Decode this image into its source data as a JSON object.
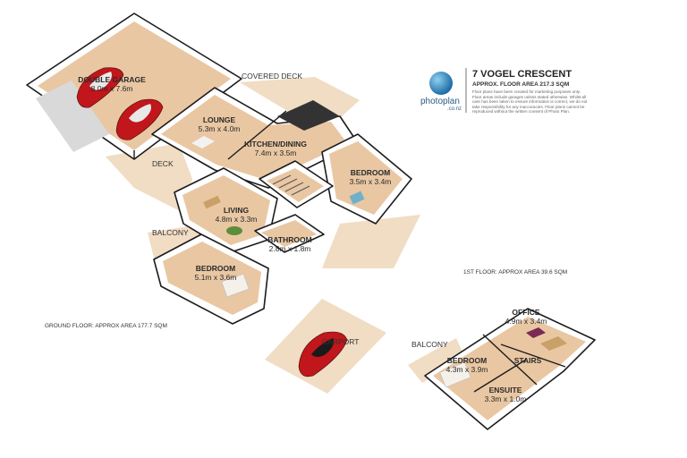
{
  "header": {
    "title": "7 VOGEL CRESCENT",
    "area": "APPROX. FLOOR AREA 217.3 SQM",
    "disclaimer": "Floor plans have been created for marketing purposes only. Floor areas include garages unless stated otherwise. Whilst all care has been taken to ensure information is correct, we do not take responsibility for any inaccuracies. Floor plans cannot be reproduced without the written consent of Photo Plan."
  },
  "logo": {
    "text": "photoplan",
    "sub": ".co.nz"
  },
  "ground_floor": {
    "label": "GROUND FLOOR: APPROX AREA 177.7 SQM",
    "rooms": [
      {
        "name": "DOUBLE GARAGE",
        "dims": "8.0m x 7.6m"
      },
      {
        "name": "LOUNGE",
        "dims": "5.3m x 4.0m"
      },
      {
        "name": "KITCHEN/DINING",
        "dims": "7.4m x 3.5m"
      },
      {
        "name": "BEDROOM",
        "dims": "3.5m x 3.4m"
      },
      {
        "name": "LIVING",
        "dims": "4.8m x 3.3m"
      },
      {
        "name": "BATHROOM",
        "dims": "2.8m x 1.8m"
      },
      {
        "name": "BEDROOM",
        "dims": "5.1m x 3.6m"
      }
    ],
    "exterior": {
      "covered_deck": "COVERED DECK",
      "deck": "DECK",
      "balcony": "BALCONY",
      "carport": "CARPORT"
    }
  },
  "first_floor": {
    "label": "1ST FLOOR: APPROX AREA 39.6 SQM",
    "rooms": [
      {
        "name": "OFFICE",
        "dims": "4.9m x 3.4m"
      },
      {
        "name": "BEDROOM",
        "dims": "4.3m x 3.9m"
      },
      {
        "name": "STAIRS",
        "dims": ""
      },
      {
        "name": "ENSUITE",
        "dims": "3.3m x 1.0m"
      }
    ],
    "exterior": {
      "balcony": "BALCONY"
    }
  },
  "colors": {
    "floor": "#e9c7a3",
    "deck": "#f1dcc4",
    "wall": "#ffffff",
    "car": "#c0161c",
    "logo": "#1f6ea6"
  }
}
